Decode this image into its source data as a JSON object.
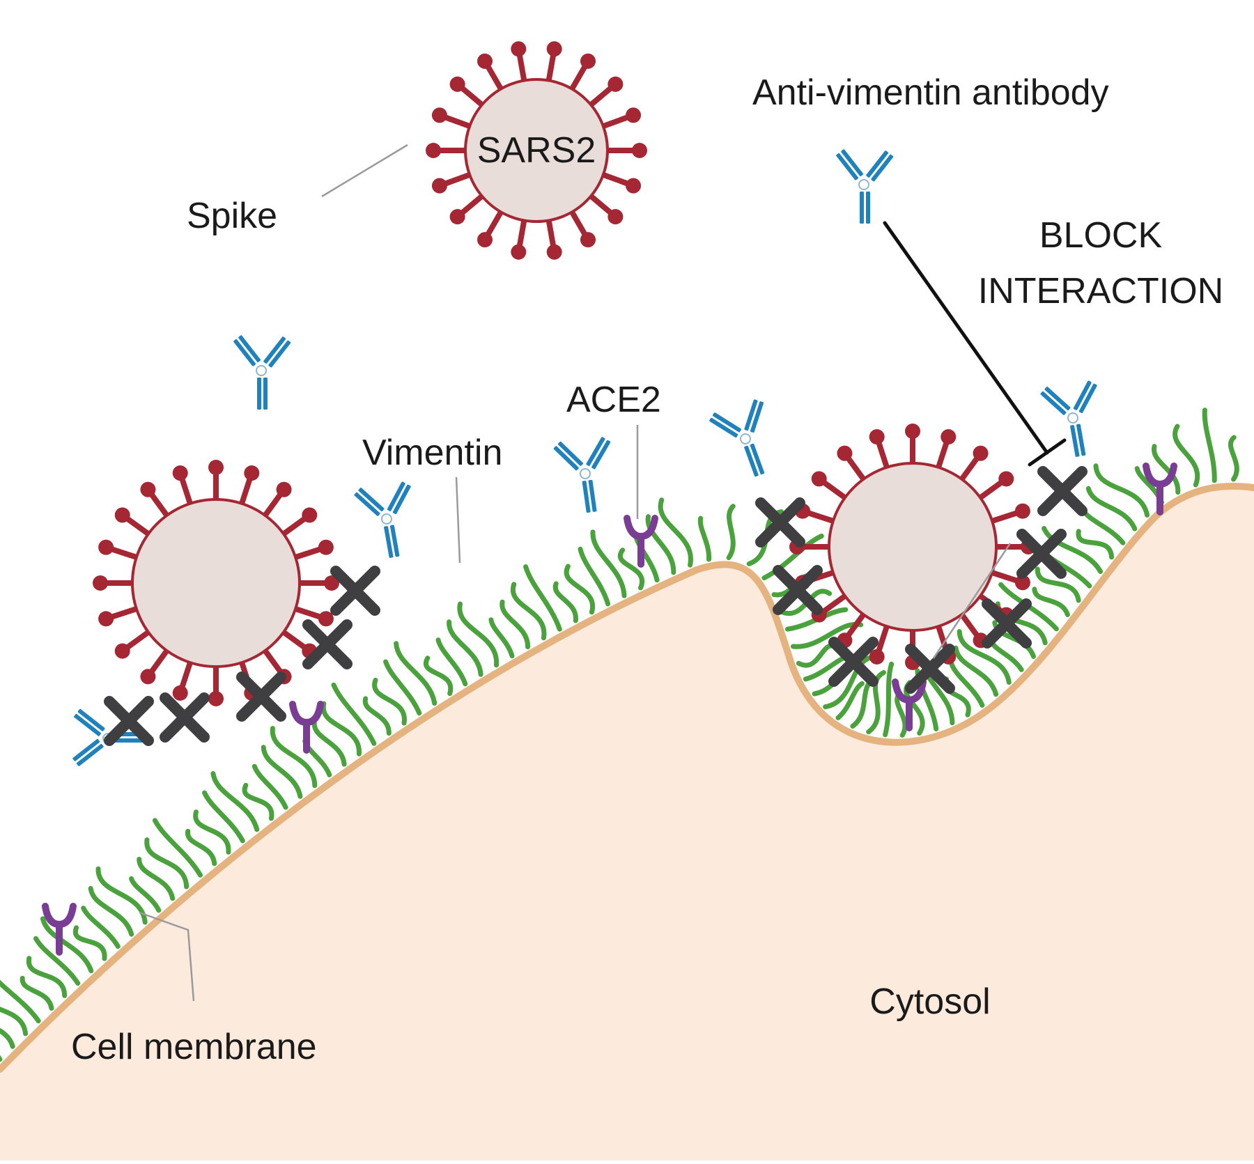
{
  "labels": {
    "sars2": "SARS2",
    "spike": "Spike",
    "anti_vimentin_antibody": "Anti-vimentin antibody",
    "block_line1": "BLOCK",
    "block_line2": "INTERACTION",
    "ace2": "ACE2",
    "vimentin": "Vimentin",
    "cell_membrane": "Cell membrane",
    "cytosol": "Cytosol"
  },
  "colors": {
    "virus_body": "#e9ddd9",
    "spike": "#a52733",
    "vimentin": "#4aa23c",
    "ace2": "#7a3d94",
    "antibody": "#1f82bd",
    "block_x": "#3f3f42",
    "membrane": "#e5b37f",
    "cytosol": "#fcebdc",
    "leader_line": "#9a9a9a",
    "inhibit_line": "#111111"
  },
  "icons": [
    "virus-icon",
    "antibody-icon",
    "ace2-receptor-icon",
    "vimentin-filament-icon",
    "block-x-icon"
  ]
}
